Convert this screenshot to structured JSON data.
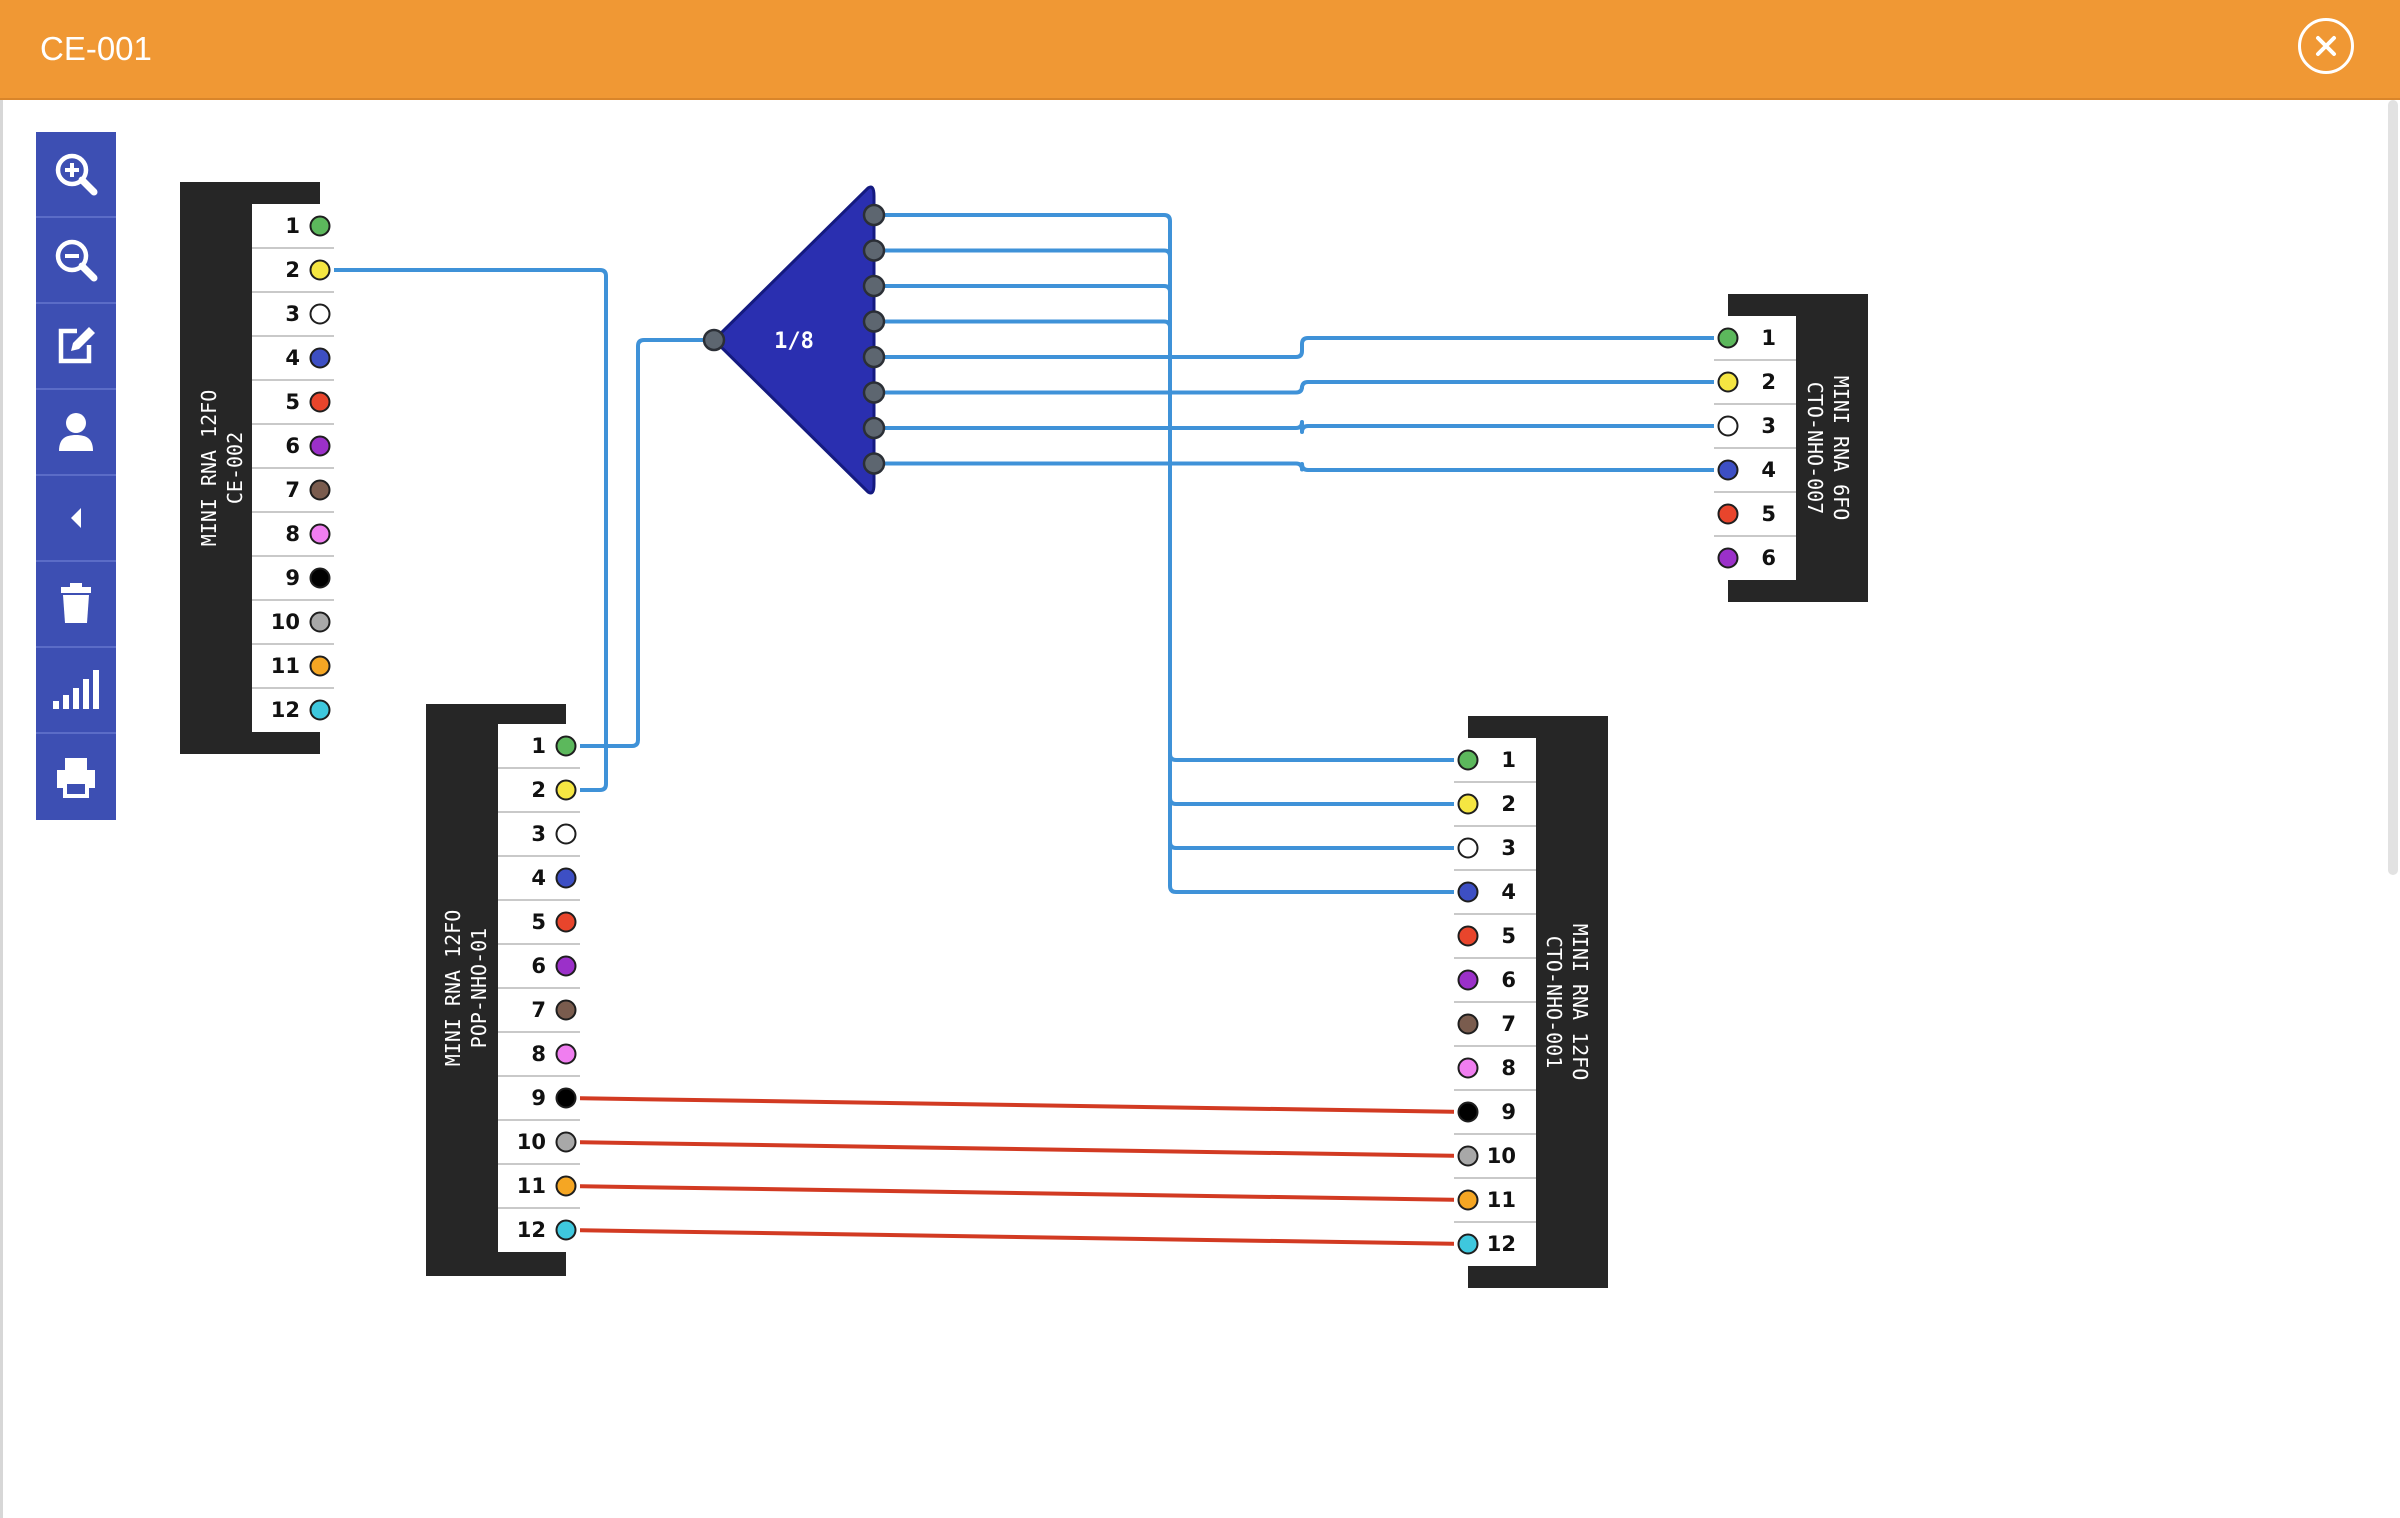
{
  "window": {
    "title": "CE-001"
  },
  "toolbar": {
    "buttons": [
      {
        "icon": "zoom-in-icon"
      },
      {
        "icon": "zoom-out-icon"
      },
      {
        "icon": "edit-icon"
      },
      {
        "icon": "user-icon"
      },
      {
        "icon": "back-icon"
      },
      {
        "icon": "trash-icon"
      },
      {
        "icon": "signal-icon"
      },
      {
        "icon": "print-icon"
      }
    ]
  },
  "fiber_colors": [
    "#5cb85c",
    "#f5e642",
    "#ffffff",
    "#3d4fc4",
    "#e8452c",
    "#9b30c9",
    "#7a5c4e",
    "#f07ef0",
    "#000000",
    "#a8a8a8",
    "#f5a623",
    "#3ec8de"
  ],
  "link_colors": {
    "blue": "#3f92d8",
    "red": "#d23a22"
  },
  "splitter": {
    "label": "1/8",
    "fill": "#2a2fb0",
    "outputs": 8
  },
  "boxes": [
    {
      "id": "ce002",
      "line1": "MINI RNA 12FO",
      "line2": "CE-002",
      "ports": [
        "1",
        "2",
        "3",
        "4",
        "5",
        "6",
        "7",
        "8",
        "9",
        "10",
        "11",
        "12"
      ]
    },
    {
      "id": "pop",
      "line1": "MINI RNA 12FO",
      "line2": "POP-NHO-01",
      "ports": [
        "1",
        "2",
        "3",
        "4",
        "5",
        "6",
        "7",
        "8",
        "9",
        "10",
        "11",
        "12"
      ]
    },
    {
      "id": "cto007",
      "line1": "MINI RNA 6FO",
      "line2": "CTO-NHO-007",
      "ports": [
        "1",
        "2",
        "3",
        "4",
        "5",
        "6"
      ]
    },
    {
      "id": "cto001",
      "line1": "MINI RNA 12FO",
      "line2": "CTO-NHO-001",
      "ports": [
        "1",
        "2",
        "3",
        "4",
        "5",
        "6",
        "7",
        "8",
        "9",
        "10",
        "11",
        "12"
      ]
    }
  ]
}
